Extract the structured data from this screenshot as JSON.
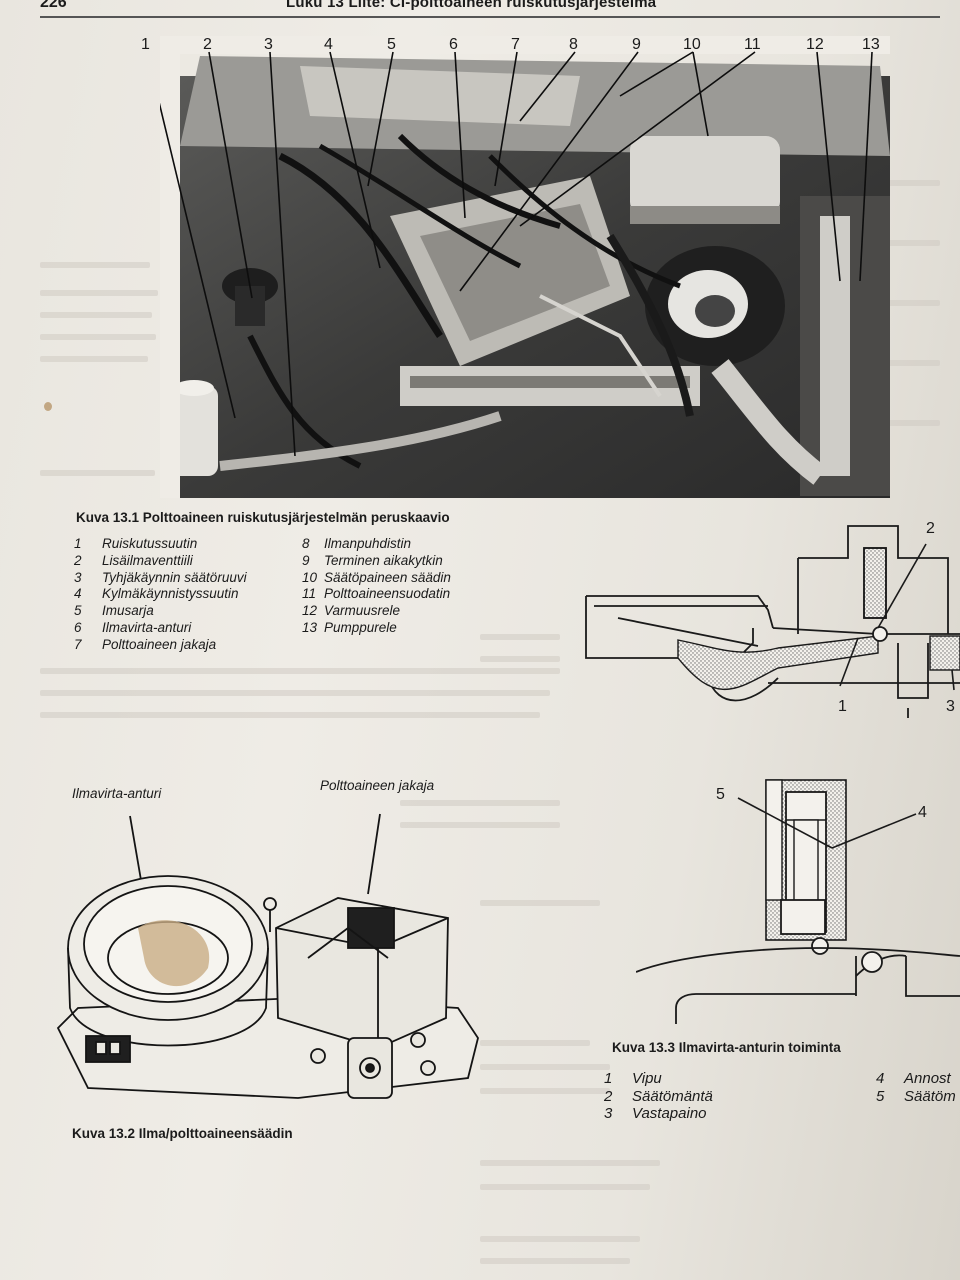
{
  "header": {
    "page_number": "226",
    "running_title": "Luku 13 Liite: CI-polttoaineen ruiskutusjärjestelmä"
  },
  "figure_13_1": {
    "callouts": [
      "1",
      "2",
      "3",
      "4",
      "5",
      "6",
      "7",
      "8",
      "9",
      "10",
      "11",
      "12",
      "13"
    ],
    "caption": "Kuva 13.1 Polttoaineen ruiskutusjärjestelmän peruskaavio",
    "legend": [
      {
        "num": "1",
        "text": "Ruiskutussuutin"
      },
      {
        "num": "2",
        "text": "Lisäilmaventtiili"
      },
      {
        "num": "3",
        "text": "Tyhjäkäynnin säätöruuvi"
      },
      {
        "num": "4",
        "text": "Kylmäkäynnistyssuutin"
      },
      {
        "num": "5",
        "text": "Imusarja"
      },
      {
        "num": "6",
        "text": "Ilmavirta-anturi"
      },
      {
        "num": "7",
        "text": "Polttoaineen jakaja"
      },
      {
        "num": "8",
        "text": "Ilmanpuhdistin"
      },
      {
        "num": "9",
        "text": "Terminen aikakytkin"
      },
      {
        "num": "10",
        "text": "Säätöpaineen säädin"
      },
      {
        "num": "11",
        "text": "Polttoaineensuodatin"
      },
      {
        "num": "12",
        "text": "Varmuusrele"
      },
      {
        "num": "13",
        "text": "Pumppurele"
      }
    ]
  },
  "figure_13_2": {
    "label_left": "Ilmavirta-anturi",
    "label_right": "Polttoaineen jakaja",
    "caption": "Kuva 13.2 Ilma/polttoaineensäädin"
  },
  "figure_13_3": {
    "top_callouts": [
      "2",
      "1",
      "3"
    ],
    "bottom_callouts": [
      "5",
      "4"
    ],
    "caption": "Kuva 13.3 Ilmavirta-anturin toiminta",
    "legend_left": [
      {
        "num": "1",
        "text": "Vipu"
      },
      {
        "num": "2",
        "text": "Säätömäntä"
      },
      {
        "num": "3",
        "text": "Vastapaino"
      }
    ],
    "legend_right": [
      {
        "num": "4",
        "text": "Annost"
      },
      {
        "num": "5",
        "text": "Säätöm"
      }
    ]
  }
}
